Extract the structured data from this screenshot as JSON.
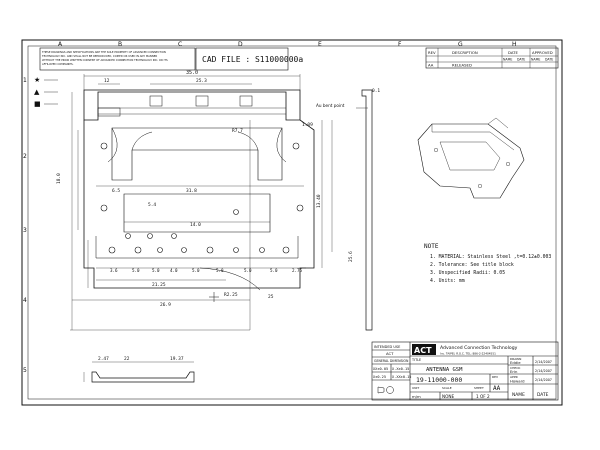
{
  "border": {
    "cols": [
      "A",
      "B",
      "C",
      "D",
      "E",
      "F",
      "G",
      "H"
    ],
    "rows": [
      "1",
      "2",
      "3",
      "4",
      "5"
    ]
  },
  "header": {
    "notice": [
      "THESE DRAWINGS AND SPECIFICATIONS ARE THE SOLE PROPERTY OF ADVANCED CONNECTION",
      "TECHNOLOGY INC. AND SHALL NOT BE REPRODUCED, COPIED OR USED IN ANY MANNER",
      "WITHOUT THE PRIOR WRITTEN CONSENT OF ADVANCED CONNECTION TECHNOLOGY INC. OR ITS",
      "AFFILIATED COMPANIES."
    ],
    "cad_file": "CAD FILE : S11000000a"
  },
  "symbols": [
    "★",
    "▲",
    "■"
  ],
  "revision": {
    "headers": [
      "REV",
      "DESCRIPTION",
      "DATE",
      "APPROVED"
    ],
    "sub_headers": [
      "NAME",
      "DATE",
      "NAME",
      "DATE"
    ],
    "row": [
      "AA",
      "RELEASED"
    ]
  },
  "dims": {
    "top": "35.0",
    "left_small": "12",
    "top_mid": "25.3",
    "upper_right": "1.09",
    "r_label": "R7.7",
    "w_left": "6.5",
    "w_inner": "31.8",
    "w_mid": "14.0",
    "row_small": "5.4",
    "bottom_chain": [
      "3.6",
      "5.0",
      "5.0",
      "4.0",
      "5.0",
      "5.0",
      "5.0",
      "5.0",
      "2.75"
    ],
    "bottom_total": "21.25",
    "overall_bottom": "26.9",
    "r_bottom": "R2.25",
    "side_left": "25",
    "side_h1": "18.0",
    "side_h2": "13.40",
    "right_height": "25.6",
    "thickness": "0.1",
    "bend_note": "Au bent point",
    "section": {
      "a": "2.47",
      "b": "22",
      "c": "19.37"
    }
  },
  "notes": {
    "title": "NOTE",
    "items": [
      "1. MATERIAL: Stainless Steel ,t=0.12±0.003",
      "2. Tolerance: See title block",
      "3. Unspecified Radii: 0.05",
      "4. Units: mm"
    ]
  },
  "title_block": {
    "intended_use_label": "INTENDED USE",
    "intended_use_value": "ACT",
    "general_dimension": "GENERAL DIMENSION",
    "tolerances": [
      "XX±0.05",
      "X.X±0.15",
      "X±0.25",
      "X.XX±0.15"
    ],
    "logo": "ACT",
    "company": "Advanced Connection Technology",
    "company_sub": "Inc. TAIPEI, R.O.C.  TEL: 886-2-22404551",
    "title_label": "TITLE",
    "title_value": "ANTENNA GSM",
    "drawn_label": "DRAWN",
    "drawn_name": "Eddie",
    "drawn_date": "2/14/2007",
    "checked_label": "CHECK",
    "checked_name": "Erin",
    "checked_date": "2/14/2007",
    "approved_label": "APPR",
    "approved_name": "Howard",
    "approved_date": "2/14/2007",
    "part_number": "19-11000-000",
    "rev_label": "REV",
    "rev_value": "AA",
    "scale_label": "SCALE",
    "scale_value": "NONE",
    "sheet_label": "SHEET",
    "sheet_value": "1 OF 2",
    "unit_label": "UNIT",
    "unit_value": "m/m",
    "name_label": "NAME",
    "date_label": "DATE"
  }
}
